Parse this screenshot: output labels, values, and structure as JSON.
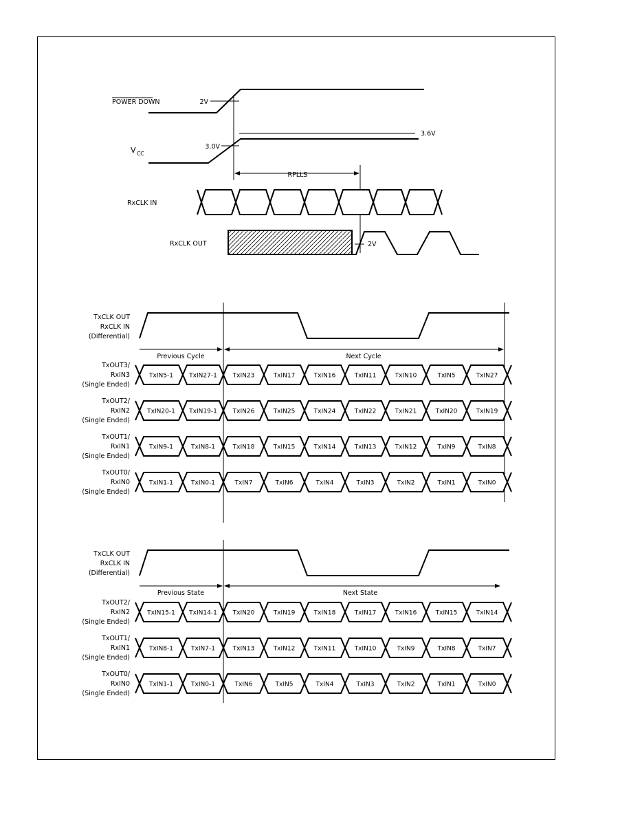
{
  "top": {
    "power_down_label": "POWER DOWN",
    "vcc_label": "V",
    "vcc_sub": "CC",
    "pd_threshold": "2V",
    "vcc_threshold": "3.0V",
    "vcc_max": "3.6V",
    "interval_label": "RPLLS",
    "rxclk_in_label": "RxCLK IN",
    "rxclk_out_label": "RxCLK OUT",
    "rxclk_out_threshold": "2V"
  },
  "mid": {
    "clock_label": [
      "TxCLK OUT",
      "RxCLK IN",
      "(Differential)"
    ],
    "previous": "Previous Cycle",
    "next": "Next Cycle",
    "rows": [
      {
        "label": [
          "TxOUT3/",
          "RxIN3",
          "(Single Ended)"
        ],
        "cells": [
          "TxIN5-1",
          "TxIN27-1",
          "TxIN23",
          "TxIN17",
          "TxIN16",
          "TxIN11",
          "TxIN10",
          "TxIN5",
          "TxIN27"
        ]
      },
      {
        "label": [
          "TxOUT2/",
          "RxIN2",
          "(Single Ended)"
        ],
        "cells": [
          "TxIN20-1",
          "TxIN19-1",
          "TxIN26",
          "TxIN25",
          "TxIN24",
          "TxIN22",
          "TxIN21",
          "TxIN20",
          "TxIN19"
        ]
      },
      {
        "label": [
          "TxOUT1/",
          "RxIN1",
          "(Single Ended)"
        ],
        "cells": [
          "TxIN9-1",
          "TxIN8-1",
          "TxIN18",
          "TxIN15",
          "TxIN14",
          "TxIN13",
          "TxIN12",
          "TxIN9",
          "TxIN8"
        ]
      },
      {
        "label": [
          "TxOUT0/",
          "RxIN0",
          "(Single Ended)"
        ],
        "cells": [
          "TxIN1-1",
          "TxIN0-1",
          "TxIN7",
          "TxIN6",
          "TxIN4",
          "TxIN3",
          "TxIN2",
          "TxIN1",
          "TxIN0"
        ]
      }
    ]
  },
  "bottom": {
    "clock_label": [
      "TxCLK OUT",
      "RxCLK IN",
      "(Differential)"
    ],
    "previous": "Previous State",
    "next": "Next State",
    "rows": [
      {
        "label": [
          "TxOUT2/",
          "RxIN2",
          "(Single Ended)"
        ],
        "cells": [
          "TxIN15-1",
          "TxIN14-1",
          "TxIN20",
          "TxIN19",
          "TxIN18",
          "TxIN17",
          "TxIN16",
          "TxIN15",
          "TxIN14"
        ]
      },
      {
        "label": [
          "TxOUT1/",
          "RxIN1",
          "(Single Ended)"
        ],
        "cells": [
          "TxIN8-1",
          "TxIN7-1",
          "TxIN13",
          "TxIN12",
          "TxIN11",
          "TxIN10",
          "TxIN9",
          "TxIN8",
          "TxIN7"
        ]
      },
      {
        "label": [
          "TxOUT0/",
          "RxIN0",
          "(Single Ended)"
        ],
        "cells": [
          "TxIN1-1",
          "TxIN0-1",
          "TxIN6",
          "TxIN5",
          "TxIN4",
          "TxIN3",
          "TxIN2",
          "TxIN1",
          "TxIN0"
        ]
      }
    ]
  }
}
